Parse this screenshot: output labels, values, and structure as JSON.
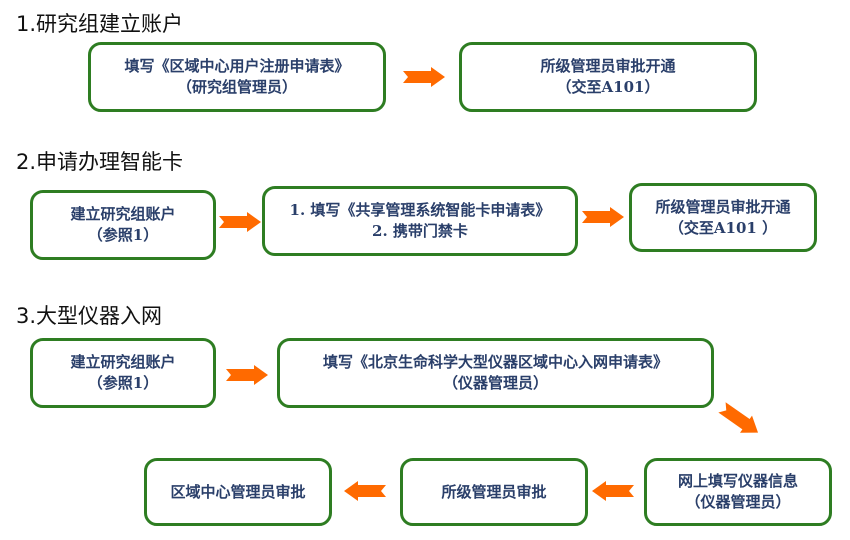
{
  "colors": {
    "box_border": "#2e7d22",
    "box_text": "#2a3f6a",
    "arrow": "#ff6a00"
  },
  "sections": [
    {
      "heading": "1.研究组建立账户",
      "steps": [
        {
          "lines": [
            "填写《区域中心用户注册申请表》",
            "（研究组管理员）"
          ]
        },
        {
          "lines": [
            "所级管理员审批开通",
            "（交至A101）"
          ]
        }
      ]
    },
    {
      "heading": "2.申请办理智能卡",
      "steps": [
        {
          "lines": [
            "建立研究组账户",
            "（参照1）"
          ]
        },
        {
          "lines": [
            "1. 填写《共享管理系统智能卡申请表》",
            "2. 携带门禁卡"
          ]
        },
        {
          "lines": [
            "所级管理员审批开通",
            "（交至A101 ）"
          ]
        }
      ]
    },
    {
      "heading": "3.大型仪器入网",
      "steps": [
        {
          "lines": [
            "建立研究组账户",
            "（参照1）"
          ]
        },
        {
          "lines": [
            "填写《北京生命科学大型仪器区域中心入网申请表》",
            "（仪器管理员）"
          ]
        },
        {
          "lines": [
            "网上填写仪器信息",
            "（仪器管理员）"
          ]
        },
        {
          "lines": [
            "所级管理员审批"
          ]
        },
        {
          "lines": [
            "区域中心管理员审批"
          ]
        }
      ]
    }
  ],
  "arrows": [
    {
      "name": "arrow-right",
      "direction": "right"
    },
    {
      "name": "arrow-right",
      "direction": "right"
    },
    {
      "name": "arrow-right",
      "direction": "right"
    },
    {
      "name": "arrow-right",
      "direction": "right"
    },
    {
      "name": "arrow-right",
      "direction": "right"
    },
    {
      "name": "arrow-down-right",
      "direction": "down-right"
    },
    {
      "name": "arrow-left",
      "direction": "left"
    },
    {
      "name": "arrow-left",
      "direction": "left"
    }
  ]
}
